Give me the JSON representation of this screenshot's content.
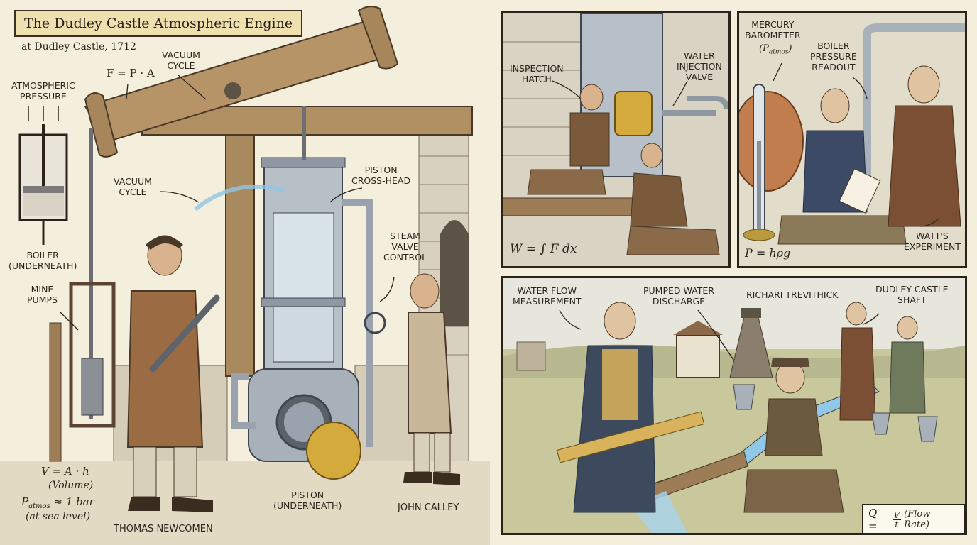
{
  "main": {
    "title": "The Dudley Castle Atmospheric Engine",
    "subtitle": "at Dudley Castle, 1712",
    "labels": {
      "atmospheric_pressure": "ATMOSPHERIC\nPRESSURE",
      "force_formula": "F = P · A",
      "vacuum_cycle_top": "VACUUM\nCYCLE",
      "vacuum_cycle_left": "VACUUM\nCYCLE",
      "piston_cross_head": "PISTON\nCROSS-HEAD",
      "steam_valve_control": "STEAM\nVALVE\nCONTROL",
      "boiler_underneath": "BOILER\n(UNDERNEATH)",
      "mine_pumps": "MINE\nPUMPS",
      "piston_underneath": "PISTON\n(UNDERNEATH)",
      "thomas_newcomen": "THOMAS NEWCOMEN",
      "john_calley": "JOHN CALLEY"
    },
    "formulas": {
      "volume": "V = A · h",
      "volume_note": "(Volume)",
      "patm": "P",
      "patm_sub": "atmos",
      "patm_rest": " ≈ 1 bar",
      "patm_note": "(at sea level)"
    }
  },
  "panel_inspection": {
    "inspection_hatch": "INSPECTION\nHATCH",
    "water_injection_valve": "WATER\nINJECTION\nVALVE",
    "work_formula": "W = ∫ F dx"
  },
  "panel_barometer": {
    "mercury_barometer": "MERCURY\nBAROMETER",
    "patm_label": "(P",
    "patm_label_sub": "atmos",
    "patm_label_end": ")",
    "boiler_pressure_readout": "BOILER\nPRESSURE\nREADOUT",
    "watts_experiment": "WATT'S\nEXPERIMENT",
    "pressure_formula": "P = hρg"
  },
  "panel_flow": {
    "water_flow_measurement": "WATER FLOW\nMEASUREMENT",
    "pumped_water_discharge": "PUMPED WATER\nDISCHARGE",
    "trevithick": "RICHARI TREVITHICK",
    "dudley_castle_shaft": "DUDLEY CASTLE\nSHAFT",
    "flow_q": "Q =",
    "flow_num": "V",
    "flow_den": "t",
    "flow_note": "(Flow Rate)"
  }
}
